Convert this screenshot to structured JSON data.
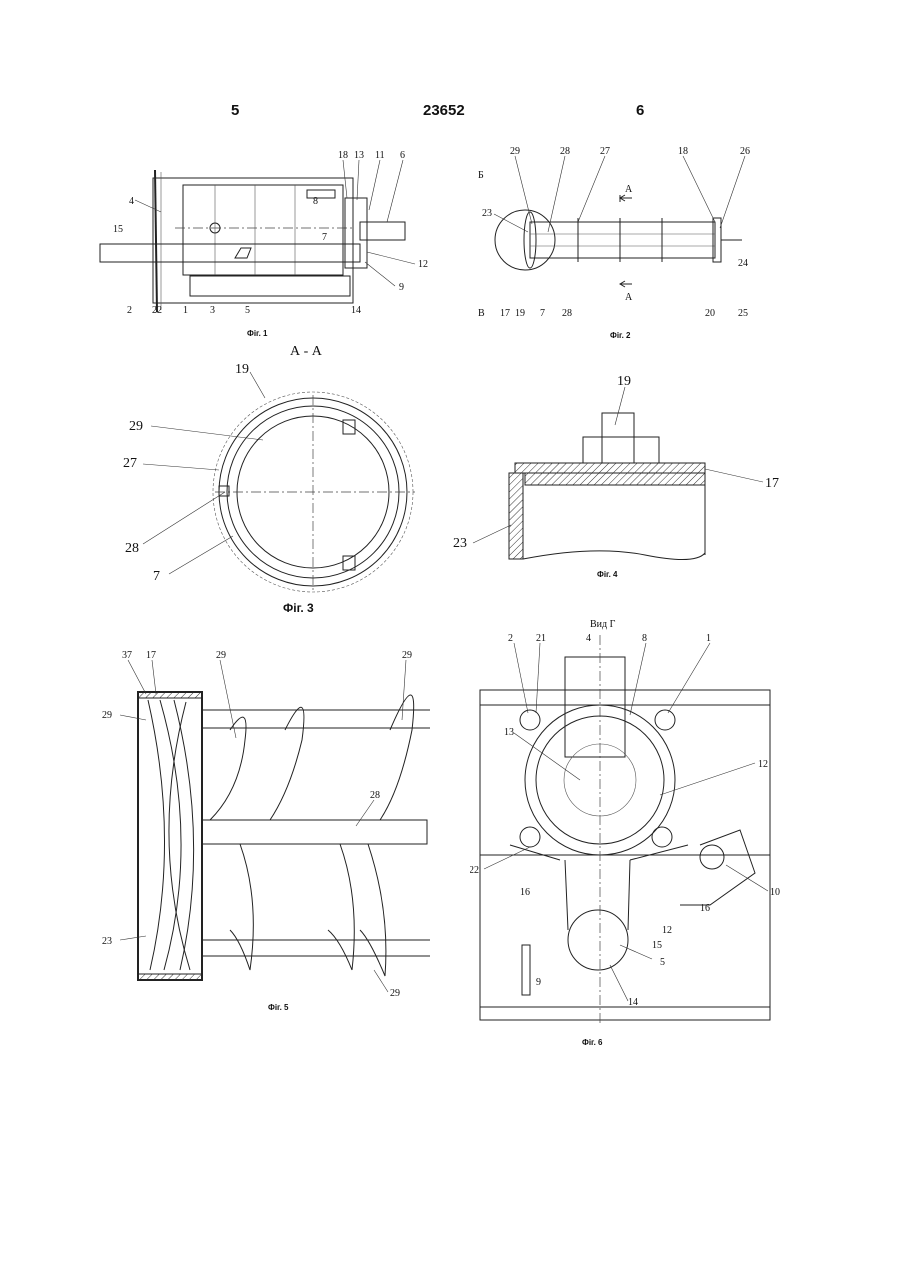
{
  "header": {
    "left_page": "5",
    "patent_number": "23652",
    "right_page": "6"
  },
  "fig1": {
    "caption": "Фіг. 1",
    "labels": [
      "18",
      "13",
      "11",
      "6",
      "4",
      "8",
      "15",
      "7",
      "12",
      "9",
      "2",
      "22",
      "1",
      "3",
      "5",
      "14"
    ]
  },
  "fig2": {
    "caption": "Фіг. 2",
    "labels": [
      "29",
      "28",
      "27",
      "18",
      "26",
      "Б",
      "А",
      "23",
      "24",
      "А",
      "В",
      "17",
      "19",
      "7",
      "28",
      "20",
      "25"
    ]
  },
  "fig3": {
    "section_title": "А - А",
    "caption": "Фіг. 3",
    "labels": [
      "19",
      "29",
      "27",
      "28",
      "7"
    ]
  },
  "fig4": {
    "caption": "Фіг. 4",
    "labels": [
      "19",
      "17",
      "23"
    ]
  },
  "fig5": {
    "caption": "Фіг. 5",
    "labels": [
      "37",
      "17",
      "29",
      "29",
      "29",
      "28",
      "23",
      "29"
    ]
  },
  "fig6": {
    "view_title": "Вид Г",
    "caption": "Фіг. 6",
    "labels": [
      "2",
      "21",
      "4",
      "8",
      "1",
      "13",
      "12",
      "22",
      "16",
      "16",
      "10",
      "12",
      "15",
      "5",
      "9",
      "14"
    ]
  }
}
